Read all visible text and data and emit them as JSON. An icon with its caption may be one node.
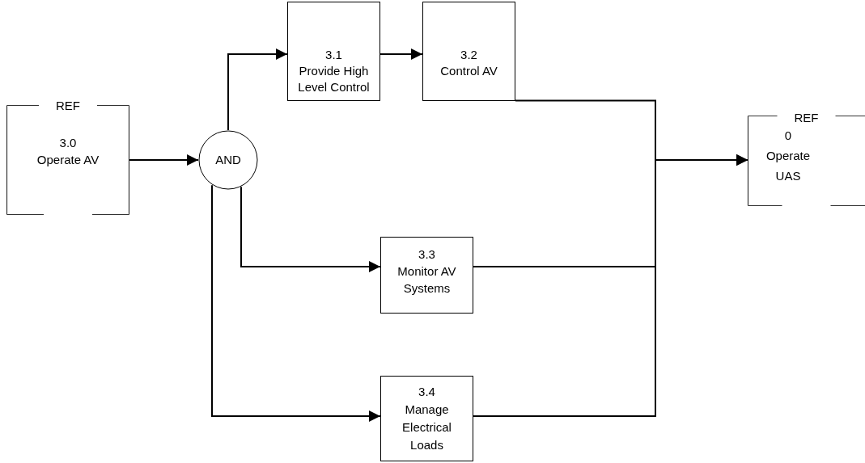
{
  "diagram": {
    "nodes": [
      {
        "text": [
          "REF",
          "3.0",
          "Operate AV"
        ]
      },
      {
        "text": [
          "AND"
        ]
      },
      {
        "text": [
          "3.1",
          "Provide High Level Control"
        ]
      },
      {
        "text": [
          "3.2",
          "Control AV"
        ]
      },
      {
        "text": [
          "REF",
          "0",
          "Operate UAS"
        ]
      },
      {
        "text": [
          "3.3",
          "Monitor AV Systems"
        ]
      },
      {
        "text": [
          "3.4",
          "Manage Electrical Loads"
        ]
      }
    ],
    "edges": [
      {
        "from": 0,
        "to": 1,
        "arrow": "to"
      },
      {
        "from": 1,
        "to": 2,
        "arrow": "to"
      },
      {
        "from": 2,
        "to": 3,
        "arrow": "to"
      },
      {
        "from": 3,
        "to": 4,
        "arrow": "to"
      },
      {
        "from": 1,
        "to": 5,
        "arrow": "to"
      },
      {
        "from": 1,
        "to": 6,
        "arrow": "to"
      },
      {
        "from": 5,
        "to": 4,
        "arrow": "to"
      },
      {
        "from": 6,
        "to": 4,
        "arrow": "to"
      }
    ]
  }
}
